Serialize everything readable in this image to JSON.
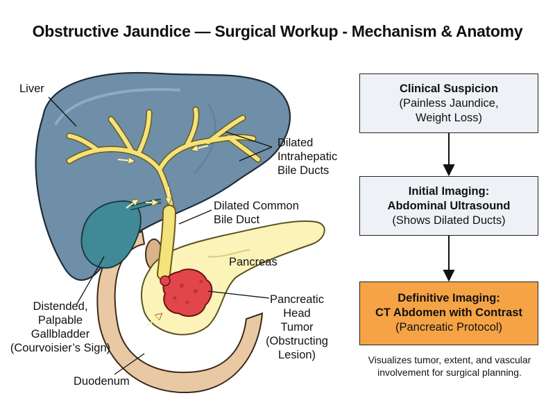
{
  "title": "Obstructive Jaundice — Surgical Workup - Mechanism & Anatomy",
  "labels": {
    "liver": "Liver",
    "intrahepatic": [
      "Dilated",
      "Intrahepatic",
      "Bile Ducts"
    ],
    "common_duct": [
      "Dilated Common",
      "Bile Duct"
    ],
    "pancreas": "Pancreas",
    "tumor": [
      "Pancreatic",
      "Head",
      "Tumor",
      "(Obstructing",
      "Lesion)"
    ],
    "gallbladder": [
      "Distended,",
      "Palpable",
      "Gallbladder",
      "(Courvoisier’s Sign)"
    ],
    "duodenum": "Duodenum"
  },
  "flow": [
    {
      "bold": [
        "Clinical Suspicion"
      ],
      "normal": [
        "(Painless Jaundice,",
        "Weight Loss)"
      ]
    },
    {
      "bold": [
        "Initial Imaging:",
        "Abdominal Ultrasound"
      ],
      "normal": [
        "(Shows Dilated Ducts)"
      ]
    },
    {
      "bold": [
        "Definitive Imaging:",
        "CT Abdomen with Contrast"
      ],
      "normal": [
        "(Pancreatic Protocol)"
      ]
    }
  ],
  "note": [
    "Visualizes tumor, extent, and vascular",
    "involvement for surgical planning."
  ],
  "colors": {
    "liver": "#6f8fa8",
    "gallbladder": "#3f8a96",
    "bile": "#f4e27c",
    "pancreas": "#fbf3b8",
    "tumor": "#e0464a",
    "duodenum": "#e9c9a4",
    "highlight_box": "#f5a345",
    "box": "#eef2f6"
  }
}
